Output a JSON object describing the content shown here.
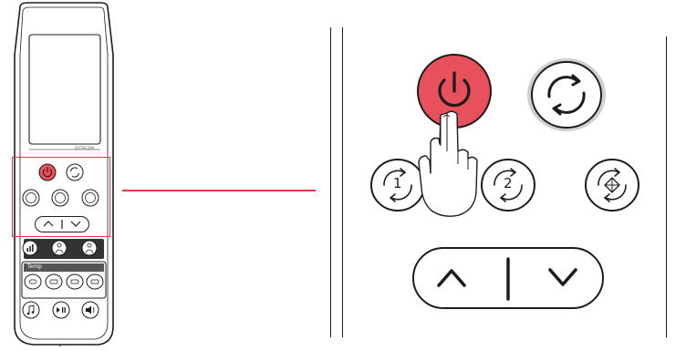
{
  "remote": {
    "brand": "OSTAGEM",
    "temp_label": "Temp"
  },
  "zoom": {
    "timer1_label": "1",
    "timer2_label": "2"
  },
  "colors": {
    "power_red": "#e8505b",
    "highlight_red": "#e03a4a",
    "outline": "#1c1c1c"
  },
  "icons": {
    "power": "power-icon",
    "swing": "swing-icon",
    "timer1": "timer-1-icon",
    "timer2": "timer-2-icon",
    "mode": "mode-icon",
    "up": "chevron-up-icon",
    "down": "chevron-down-icon",
    "hand": "pointing-hand-icon"
  }
}
